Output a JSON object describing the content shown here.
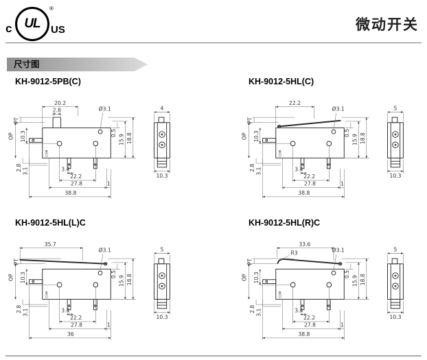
{
  "header": {
    "logo": {
      "c": "c",
      "ul": "UL",
      "us": "US",
      "reg": "®"
    },
    "title": "微动开关"
  },
  "section": {
    "label": "尺寸图"
  },
  "drawings": [
    {
      "title": "KH-9012-5PB(C)",
      "top_width": "20.2",
      "plunger_width": "2.8",
      "hole_dia": "Ø3.1",
      "pt": "PT",
      "op": "OP",
      "left_height": "10.3",
      "bottom_left_a": "2.8",
      "bottom_left_b": "3.1",
      "right_a": "0.5",
      "right_b": "15.9",
      "right_c": "18.8",
      "bottom_a": "3.4",
      "bottom_b": "22.2",
      "bottom_c": "27.8",
      "bottom_offset": "1",
      "overall": "38.8",
      "com": "COM",
      "side_width": "4",
      "side_depth": "10.3"
    },
    {
      "title": "KH-9012-5HL(C)",
      "top_width": "22.2",
      "hole_dia": "Ø3.1",
      "pt": "PT",
      "op": "OP",
      "left_height": "10.3",
      "bottom_left_a": "2.8",
      "bottom_left_b": "3.1",
      "right_a": "0.5",
      "right_b": "15.9",
      "right_c": "18.8",
      "bottom_a": "3.4",
      "bottom_b": "22.2",
      "bottom_c": "27.8",
      "bottom_offset": "1",
      "overall": "38.8",
      "com": "COM",
      "side_width": "5",
      "side_depth": "10.3"
    },
    {
      "title": "KH-9012-5HL(L)C",
      "top_width": "35.7",
      "hole_dia": "Ø3.1",
      "pt": "PT",
      "op": "OP",
      "left_height": "10.3",
      "bottom_left_a": "2.8",
      "bottom_left_b": "3.1",
      "right_a": "0.5",
      "right_b": "15.9",
      "right_c": "18.8",
      "bottom_a": "3.4",
      "bottom_b": "22.2",
      "bottom_c": "27.8",
      "bottom_offset": "1",
      "overall": "36",
      "com": "COM",
      "side_width": "5",
      "side_depth": "10.3"
    },
    {
      "title": "KH-9012-5HL(R)C",
      "top_width": "33.6",
      "lever_radius": "R3",
      "hole_dia": "Ø3.1",
      "pt": "PT",
      "op": "OP",
      "left_height": "10.3",
      "bottom_left_a": "2.8",
      "bottom_left_b": "3.1",
      "right_a": "0.5",
      "right_b": "15.9",
      "right_c": "18.8",
      "bottom_a": "3.4",
      "bottom_b": "22.2",
      "bottom_c": "27.8",
      "bottom_offset": "1",
      "overall": "38.8",
      "com": "COM",
      "side_width": "5",
      "side_depth": "10.3"
    }
  ]
}
